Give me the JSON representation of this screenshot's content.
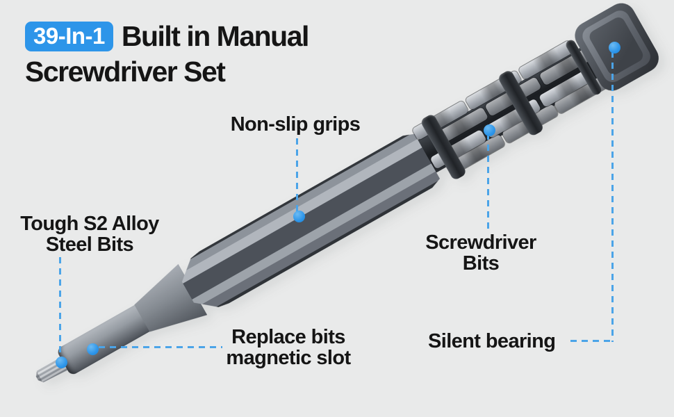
{
  "title": {
    "badge": "39-In-1",
    "line1": "Built in Manual",
    "line2": "Screwdriver Set"
  },
  "callouts": {
    "non_slip": {
      "label": "Non-slip grips"
    },
    "tough_s2": {
      "line1": "Tough S2 Alloy",
      "line2": "Steel Bits"
    },
    "screwdriver_bits": {
      "line1": "Screwdriver",
      "line2": "Bits"
    },
    "replace_bits": {
      "line1": "Replace bits",
      "line2": "magnetic slot"
    },
    "silent_bearing": {
      "label": "Silent bearing"
    }
  },
  "colors": {
    "accent_blue": "#2d95e9",
    "leader_blue": "#4ba4e8",
    "text_dark": "#151515",
    "bg": "#e9eaea",
    "badge_text": "#ffffff"
  }
}
